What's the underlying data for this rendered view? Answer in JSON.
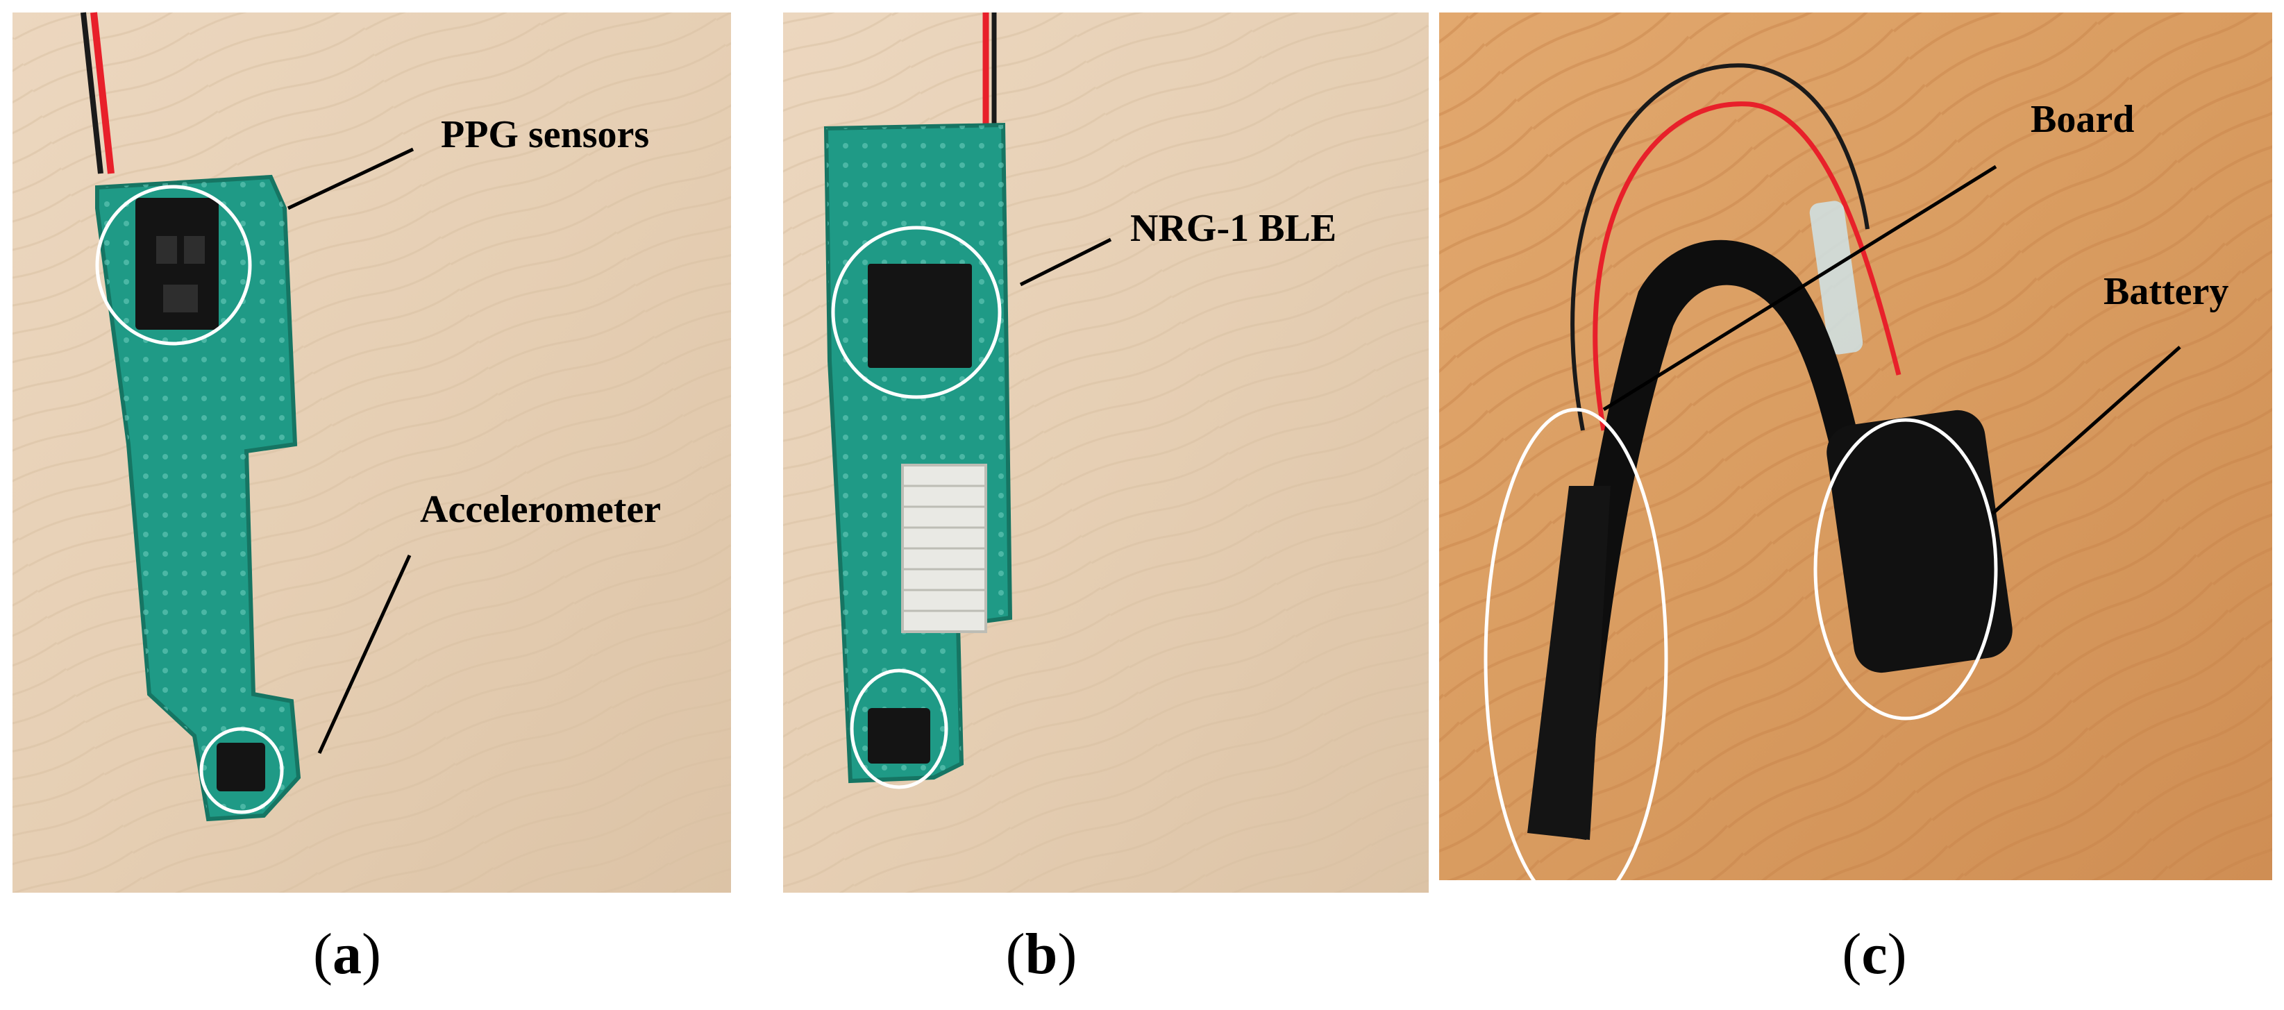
{
  "panels": [
    {
      "id": "a",
      "paren_open": "(",
      "letter": "a",
      "paren_close": ")",
      "annotations": [
        "PPG sensors",
        "Accelerometer"
      ]
    },
    {
      "id": "b",
      "paren_open": "(",
      "letter": "b",
      "paren_close": ")",
      "annotations": [
        "NRG-1 BLE"
      ]
    },
    {
      "id": "c",
      "paren_open": "(",
      "letter": "c",
      "paren_close": ")",
      "annotations": [
        "Board",
        "Battery"
      ]
    }
  ],
  "colors": {
    "wood_light": "#e8d2b8",
    "wood_warm": "#d9a06a",
    "pcb_green": "#1f9a86",
    "chip_black": "#141414",
    "wire_red": "#e8202a",
    "callout_circle": "#ffffff",
    "leader_line": "#000000"
  }
}
